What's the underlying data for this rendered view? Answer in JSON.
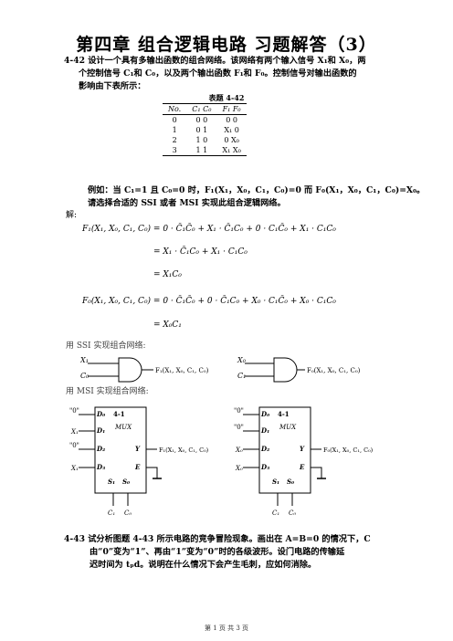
{
  "title": "第四章  组合逻辑电路  习题解答（3）",
  "p442": {
    "line1": "4-42 设计一个具有多输出函数的组合网络。该网络有两个输入信号 X₁和 X₀，两",
    "line2": "个控制信号 C₁和 C₀，以及两个输出函数 F₁和 F₀。控制信号对输出函数的",
    "line3": "影响由下表所示："
  },
  "table": {
    "caption": "表题 4-42",
    "headers": [
      "No.",
      "C₁  C₀",
      "F₁  F₀"
    ],
    "rows": [
      [
        "0",
        "0  0",
        "0    0"
      ],
      [
        "1",
        "0  1",
        "X₁  0"
      ],
      [
        "2",
        "1  0",
        "0   X₀"
      ],
      [
        "3",
        "1  1",
        "X₁  X₀"
      ]
    ]
  },
  "example": {
    "line1": "例如：当 C₁=1 且 C₀=0 时，F₁(X₁，X₀，C₁，C₀)=0 而 F₀(X₁，X₀，C₁，C₀)=X₀。",
    "line2": "请选择合适的 SSI 或者 MSI 实现此组合逻辑网络。"
  },
  "solution_label": "解:",
  "equations": {
    "f1_line1": "F₁(X₁, X₀, C₁, C₀) = 0 · C̄₁C̄₀ + X₁ · C̄₁C₀ + 0 · C₁C̄₀ + X₁ · C₁C₀",
    "f1_line2": "= X₁ · C̄₁C₀ + X₁ · C₁C₀",
    "f1_line3": "= X₁C₀",
    "f0_line1": "F₀(X₁, X₀, C₁, C₀) = 0 · C̄₁C̄₀ + 0 · C̄₁C₀ + X₀ · C₁C̄₀ + X₀ · C₁C₀",
    "f0_line2": "= X₀C₁"
  },
  "ssi": {
    "label": "用 SSI 实现组合网络:",
    "gate1_in1": "X₁",
    "gate1_in2": "C₀",
    "gate1_out": "F₁(X₁, X₀, C₁, C₀)",
    "gate2_in1": "X₀",
    "gate2_in2": "C₁",
    "gate2_out": "F₀(X₁, X₀, C₁, C₀)"
  },
  "msi": {
    "label": "用 MSI 实现组合网络:",
    "mux1": {
      "name": "4-1",
      "name2": "MUX",
      "inputs": [
        "\"0\"",
        "X₁",
        "\"0\"",
        "X₁"
      ],
      "pins": [
        "D₀",
        "D₁",
        "D₂",
        "D₃"
      ],
      "y": "Y",
      "e": "E",
      "s1": "S₁",
      "s0": "S₀",
      "c1": "C₁",
      "c0": "C₀",
      "out": "F₁(X₁, X₀, C₁, C₀)"
    },
    "mux2": {
      "name": "4-1",
      "name2": "MUX",
      "inputs": [
        "\"0\"",
        "\"0\"",
        "X₀",
        "X₀"
      ],
      "pins": [
        "D₀",
        "D₁",
        "D₂",
        "D₃"
      ],
      "y": "Y",
      "e": "E",
      "s1": "S₁",
      "s0": "S₀",
      "c1": "C₁",
      "c0": "C₀",
      "out": "F₀(X₁, X₀, C₁, C₀)"
    }
  },
  "p443": {
    "line1": "4-43 试分析图题 4-43 所示电路的竞争冒险现象。画出在 A=B=0 的情况下，C",
    "line2": "由“0”变为“1”、再由“1”变为“0”时的各级波形。设门电路的传输延",
    "line3": "迟时间为 tₚd。说明在什么情况下会产生毛刺，应如何消除。"
  },
  "footer": "第 1 页 共 3 页"
}
